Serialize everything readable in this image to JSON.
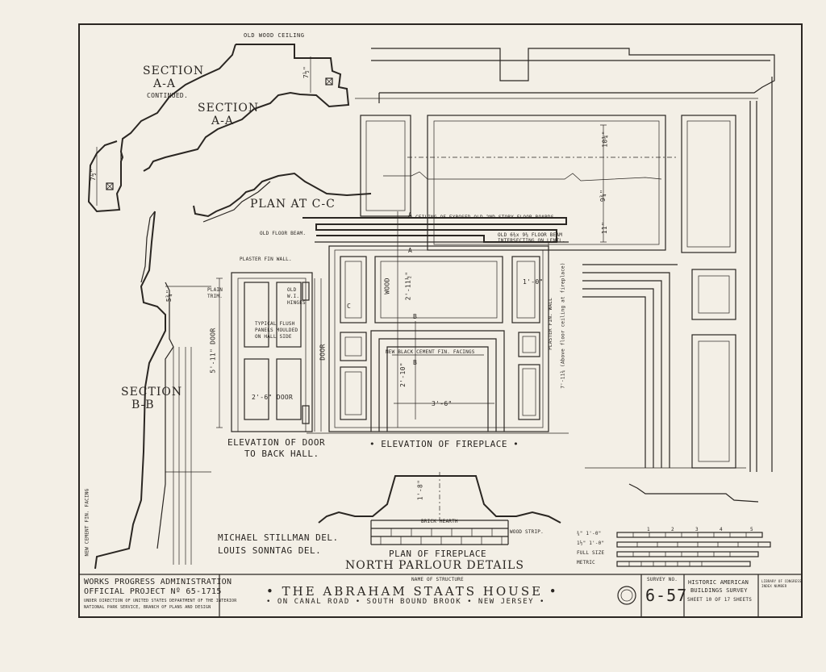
{
  "colors": {
    "paper": "#f3efe6",
    "ink": "#2a2622"
  },
  "sections": {
    "aa_continued_title": "SECTION",
    "aa_continued_sub": "A-A",
    "aa_continued_note": "CONTINUED.",
    "aa_title": "SECTION",
    "aa_sub": "A-A",
    "bb_title": "SECTION",
    "bb_sub": "B-B",
    "plan_cc": "PLAN AT C-C",
    "old_wood_ceiling": "OLD WOOD CEILING"
  },
  "dims": {
    "d_7_5_top": "7½\"",
    "d_7_5_left": "7½\"",
    "d_5_34": "5¾\"",
    "d_10_34": "10¾\"",
    "d_9_34": "9¾\"",
    "d_11": "11\"",
    "d_3_6": "3'-6\"",
    "d_1_0": "1'-0\"",
    "d_2_10": "2'-10\"",
    "d_2_11": "2'-11½\"",
    "d_5_11": "5'-11\" DOOR",
    "d_2_6_door": "2'-6\" DOOR",
    "d_1_8": "1'-8\"",
    "d_wood": "WOOD",
    "d_door_vert": "DOOR"
  },
  "notes": {
    "ceiling": "CEILING OF EXPOSED OLD 2ND STORY FLOOR BOARDS.",
    "old_floor_beam": "OLD FLOOR BEAM.",
    "old_beam": "OLD 6⅜x 9⅜ FLOOR BEAM INTERSECTING ON LENTL.",
    "plaster_fin_wall": "PLASTER FIN WALL.",
    "plaster_fin_wall_v": "PLASTER FIN. WALL",
    "plain_trim": "PLAIN TRIM.",
    "old_hinges": "OLD W.I. HINGES",
    "typical_panels": "TYPICAL FLUSH PANELS MOULDED ON HALL SIDE",
    "cement_facings": "NEW BLACK CEMENT FIN. FACINGS",
    "cement_facing_v": "NEW CEMENT FIN. FACING",
    "wood_strip": "WOOD STRIP.",
    "brick_hearth": "BRICK HEARTH",
    "ceiling_height_v": "7'-11¾ (Above floor ceiling at fireplace)",
    "marker_a": "A",
    "marker_b": "B",
    "marker_c": "C"
  },
  "captions": {
    "door_elev_1": "ELEVATION OF DOOR",
    "door_elev_2": "TO BACK HALL.",
    "fireplace_elev": "• ELEVATION OF FIREPLACE •",
    "fireplace_plan": "PLAN OF FIREPLACE",
    "sheet_title": "NORTH PARLOUR DETAILS"
  },
  "credits": {
    "del_1": "MICHAEL STILLMAN  DEL.",
    "del_2": "LOUIS SONNTAG   DEL."
  },
  "scales": {
    "s1": "¾\" 1'-0\"",
    "s2": "1½\" 1'-0\"",
    "s3": "FULL SIZE",
    "s4": "METRIC",
    "ticks": [
      "1",
      "2",
      "3",
      "4",
      "5"
    ]
  },
  "title_block": {
    "wpa_1": "WORKS PROGRESS ADMINISTRATION",
    "wpa_2": "OFFICIAL PROJECT Nº 65-1715",
    "wpa_3": "UNDER DIRECTION OF UNITED STATES DEPARTMENT OF THE INTERIOR",
    "wpa_4": "NATIONAL PARK SERVICE, BRANCH OF PLANS AND DESIGN",
    "name_label": "NAME OF STRUCTURE",
    "structure": "• THE  ABRAHAM  STAATS  HOUSE •",
    "location": "• ON CANAL ROAD • SOUTH BOUND BROOK • NEW JERSEY •",
    "survey_label": "SURVEY NO.",
    "survey_no": "6-57",
    "habs_1": "HISTORIC AMERICAN",
    "habs_2": "BUILDINGS SURVEY",
    "sheet": "SHEET 10 OF 17 SHEETS",
    "loc_1": "LIBRARY OF CONGRESS",
    "loc_2": "INDEX NUMBER"
  }
}
